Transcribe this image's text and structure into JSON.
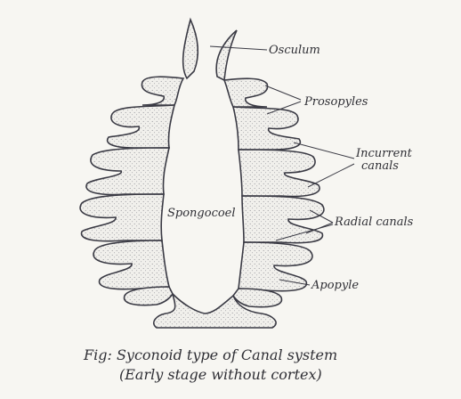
{
  "diagram": {
    "labels": {
      "osculum": "Osculum",
      "prosopyles": "Prosopyles",
      "incurrent_1": "Incurrent",
      "incurrent_2": "canals",
      "radial": "Radial canals",
      "spongocoel": "Spongocoel",
      "apopyle": "Apopyle"
    },
    "caption": {
      "line1": "Fig: Syconoid type of Canal system",
      "line2": "(Early stage without cortex)"
    },
    "colors": {
      "ink": "#3a3a44",
      "stipple": "#e9e9e6",
      "paper": "#f7f6f2"
    }
  }
}
